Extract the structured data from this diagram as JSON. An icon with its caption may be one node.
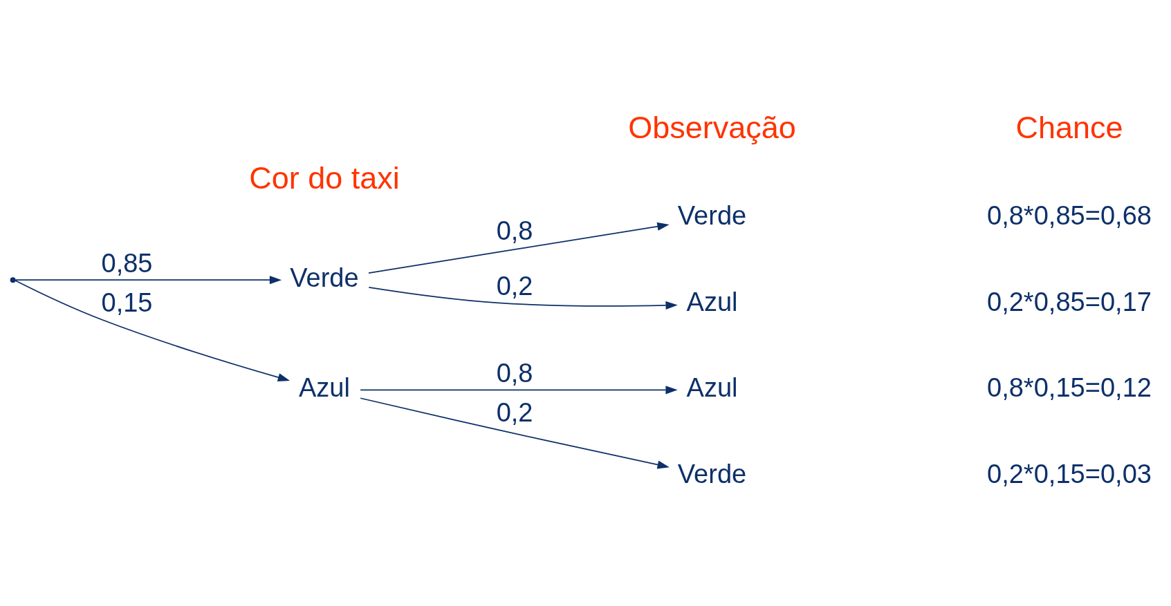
{
  "diagram": {
    "nodes": [
      {
        "text": [],
        "shape": "point"
      },
      {
        "text": [
          "Verde"
        ]
      },
      {
        "text": [
          "Azul"
        ]
      },
      {
        "text": [
          "Verde"
        ]
      },
      {
        "text": [
          "Azul"
        ]
      },
      {
        "text": [
          "Azul"
        ]
      },
      {
        "text": [
          "Verde"
        ]
      }
    ],
    "edges": [
      {
        "from": 0,
        "to": 1,
        "arrow": "to",
        "label": "0,85"
      },
      {
        "from": 0,
        "to": 2,
        "arrow": "to",
        "label": "0,15"
      },
      {
        "from": 1,
        "to": 3,
        "arrow": "to",
        "label": "0,8"
      },
      {
        "from": 1,
        "to": 4,
        "arrow": "to",
        "label": "0,2"
      },
      {
        "from": 2,
        "to": 5,
        "arrow": "to",
        "label": "0,8"
      },
      {
        "from": 2,
        "to": 6,
        "arrow": "to",
        "label": "0,2"
      }
    ],
    "labels": [
      "Cor do taxi",
      "Observação",
      "Chance",
      "0,8*0,85=0,68",
      "0,2*0,85=0,17",
      "0,8*0,15=0,12",
      "0,2*0,15=0,03"
    ]
  }
}
